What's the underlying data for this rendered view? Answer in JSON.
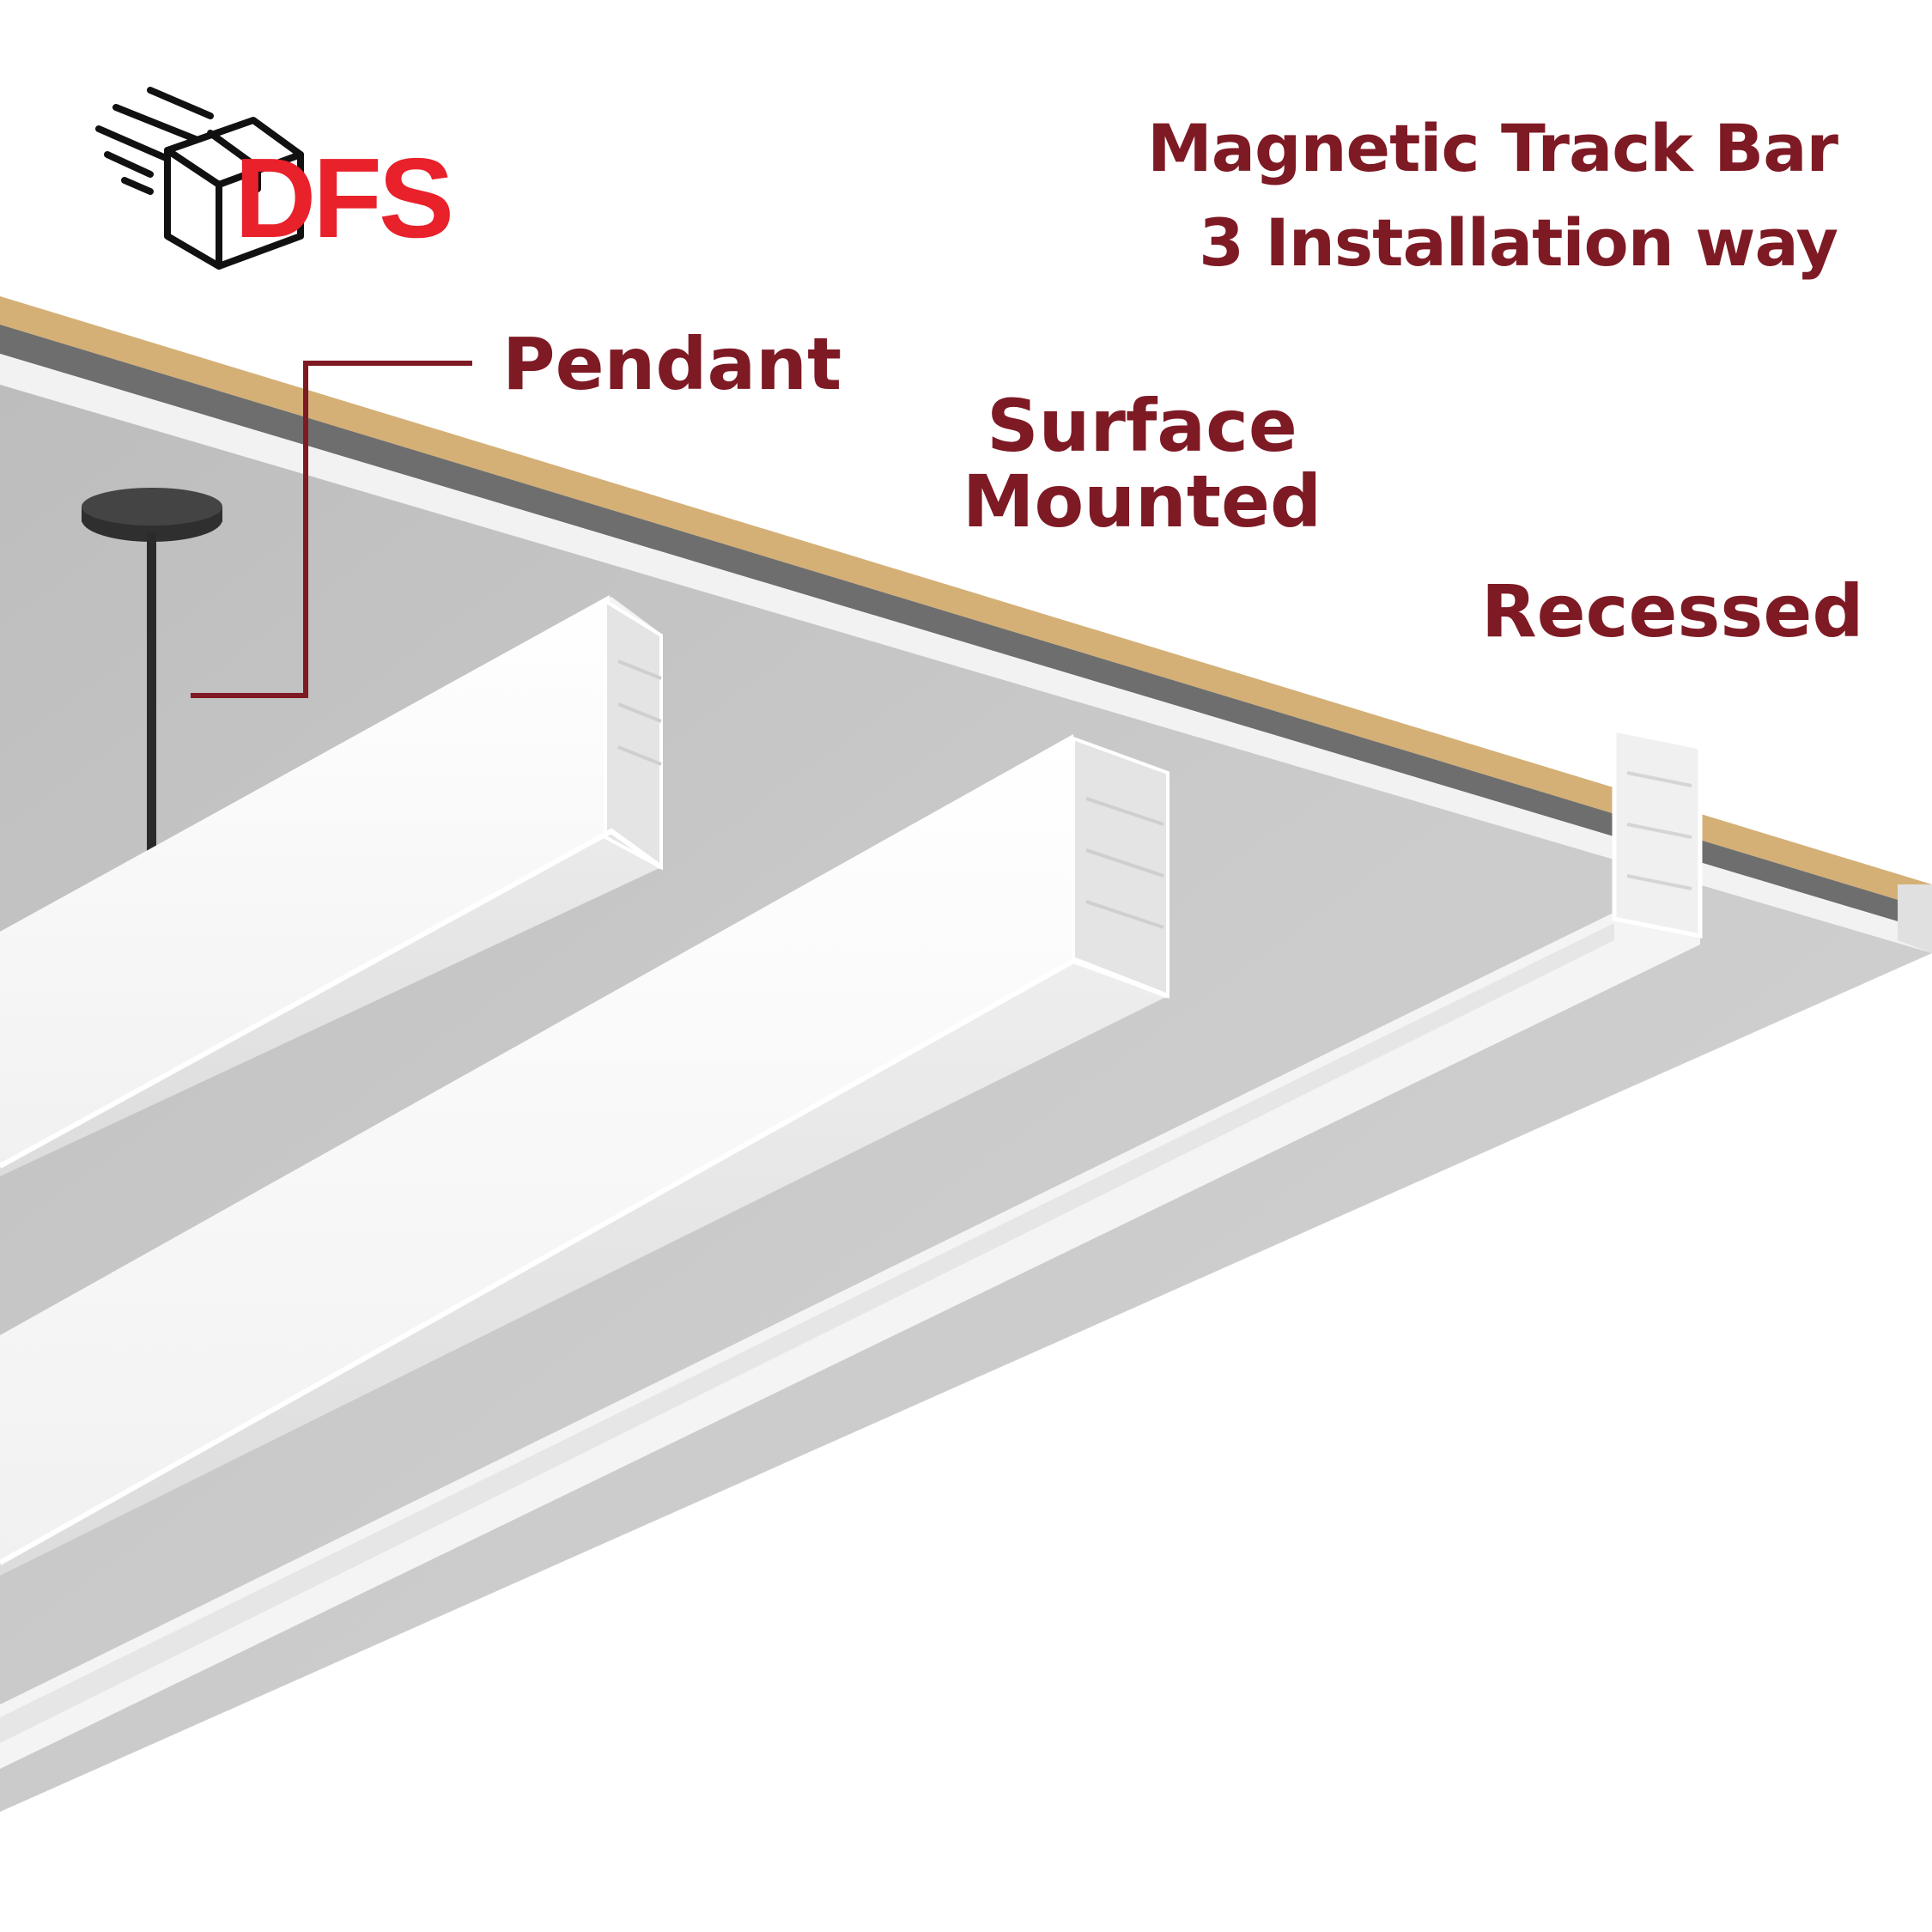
{
  "brand": {
    "logo_text": "DFS",
    "logo_color": "#e8212b"
  },
  "headline": {
    "line1": "Magnetic Track Bar",
    "line2": "3 Installation way"
  },
  "installation_types": {
    "pendant": "Pendant",
    "surface_line1": "Surface",
    "surface_line2": "Mounted",
    "recessed": "Recessed"
  },
  "colors": {
    "label": "#7e1a24",
    "ceiling": "#c8c8c8",
    "wood_trim": "#d4b077",
    "track": "#ffffff"
  }
}
